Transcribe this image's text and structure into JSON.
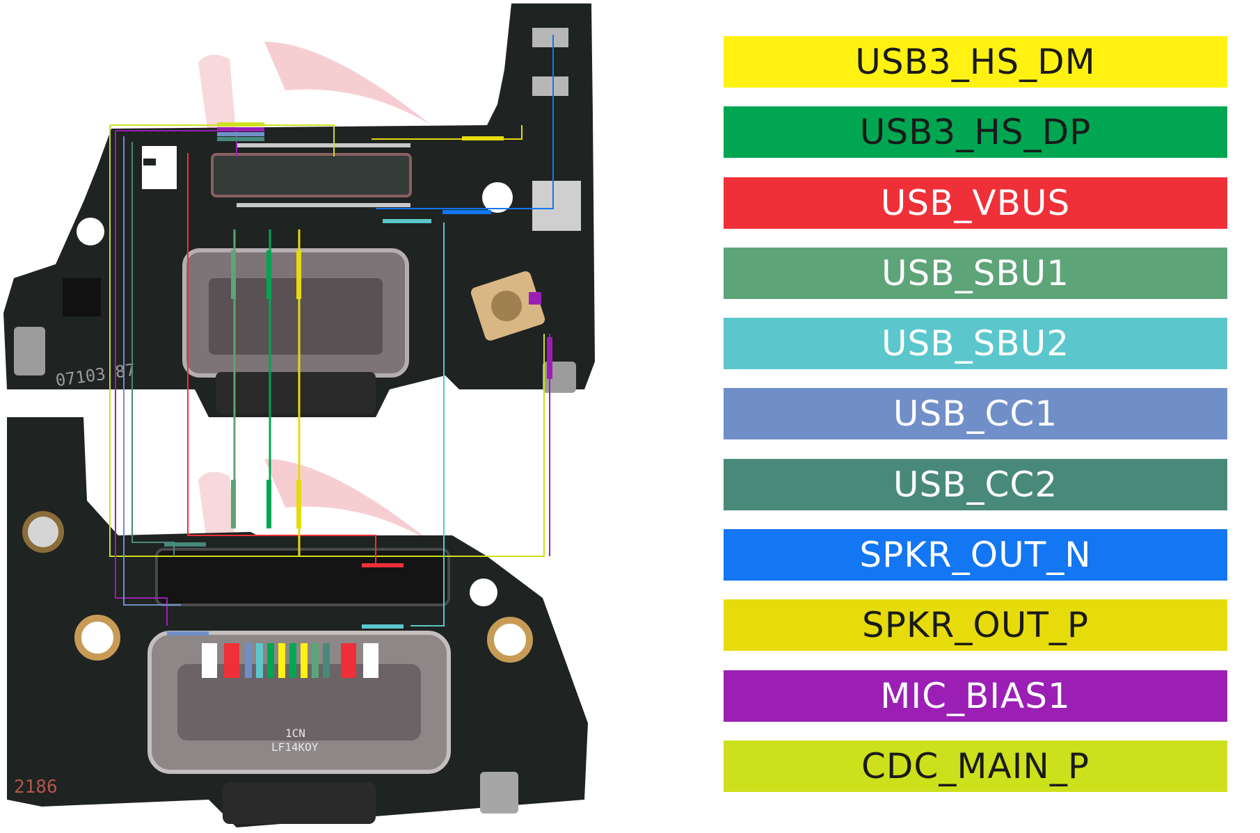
{
  "legend": [
    {
      "label": "USB3_HS_DM",
      "color": "#fff212",
      "text_color": "#1a1a1a"
    },
    {
      "label": "USB3_HS_DP",
      "color": "#00a651",
      "text_color": "#1a1a1a"
    },
    {
      "label": "USB_VBUS",
      "color": "#ef3038",
      "text_color": "#ffffff"
    },
    {
      "label": "USB_SBU1",
      "color": "#5ea479",
      "text_color": "#ffffff"
    },
    {
      "label": "USB_SBU2",
      "color": "#5bc7cd",
      "text_color": "#ffffff"
    },
    {
      "label": "USB_CC1",
      "color": "#708fc8",
      "text_color": "#ffffff"
    },
    {
      "label": "USB_CC2",
      "color": "#48897a",
      "text_color": "#ffffff"
    },
    {
      "label": "SPKR_OUT_N",
      "color": "#1376f2",
      "text_color": "#ffffff"
    },
    {
      "label": "SPKR_OUT_P",
      "color": "#e6db0b",
      "text_color": "#1a1a1a"
    },
    {
      "label": "MIC_BIAS1",
      "color": "#9b1fb5",
      "text_color": "#ffffff"
    },
    {
      "label": "CDC_MAIN_P",
      "color": "#cde01c",
      "text_color": "#1a1a1a"
    }
  ],
  "board": {
    "top_pcb_marking": "07103  87",
    "bottom_pcb_marking": "2186",
    "bottom_connector_marking_1": "1CN",
    "bottom_connector_marking_2": "LF14KOY",
    "pcb_color": "#1f2322",
    "watermark_color": "#f1c7cb"
  }
}
